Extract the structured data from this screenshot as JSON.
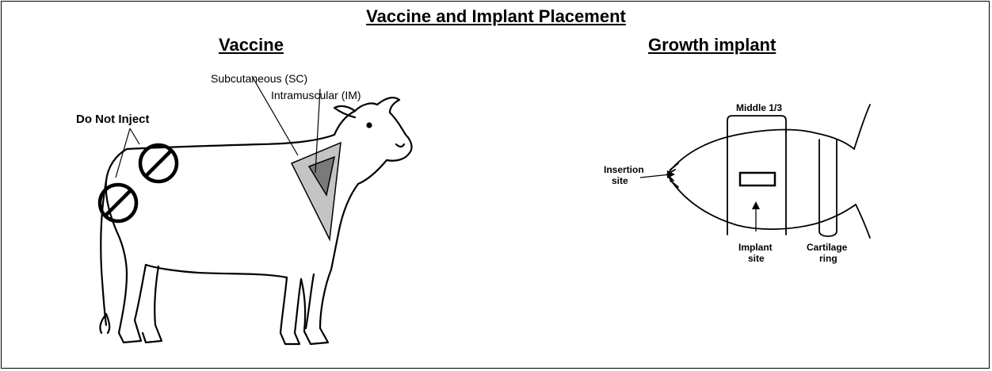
{
  "title": "Vaccine and Implant Placement",
  "vaccine": {
    "heading": "Vaccine",
    "labels": {
      "do_not_inject": "Do Not Inject",
      "subcutaneous": "Subcutaneous (SC)",
      "intramuscular": "Intramuscular (IM)"
    }
  },
  "growth": {
    "heading": "Growth implant",
    "labels": {
      "middle": "Middle 1/3",
      "insertion_line1": "Insertion",
      "insertion_line2": "site",
      "implant_line1": "Implant",
      "implant_line2": "site",
      "cartilage_line1": "Cartilage",
      "cartilage_line2": "ring"
    }
  },
  "colors": {
    "sc_triangle": "#c4c4c4",
    "im_triangle": "#7a7a7a",
    "line": "#000000"
  }
}
